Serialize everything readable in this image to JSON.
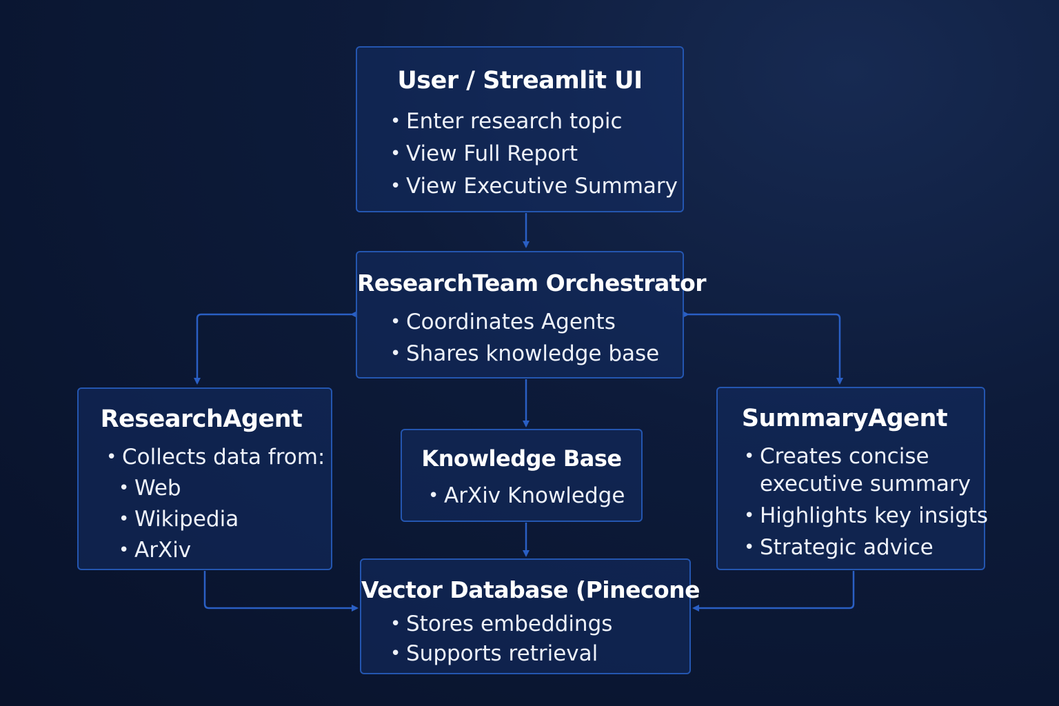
{
  "colors": {
    "background": "#0a1530",
    "node_fill": "#142d64",
    "node_border": "#2456b0",
    "connector": "#2a5fc4",
    "text": "#f2f5fb"
  },
  "nodes": {
    "user_ui": {
      "title": "User / Streamlit UI",
      "items": [
        "Enter research topic",
        "View Full Report",
        "View Executive Summary"
      ]
    },
    "orchestrator": {
      "title": "ResearchTeam Orchestrator",
      "items": [
        "Coordinates Agents",
        "Shares knowledge base"
      ]
    },
    "research_agent": {
      "title": "ResearchAgent",
      "items": [
        "Collects data from:",
        "Web",
        "Wikipedia",
        "ArXiv"
      ]
    },
    "knowledge_base": {
      "title": "Knowledge Base",
      "items": [
        "ArXiv Knowledge"
      ]
    },
    "summary_agent": {
      "title": "SummaryAgent",
      "items": [
        "Creates concise",
        "executive summary",
        "Highlights key insigts",
        "Strategic advice"
      ]
    },
    "vector_db": {
      "title": "Vector Database (Pinecone",
      "items": [
        "Stores embeddings",
        "Supports retrieval"
      ]
    }
  }
}
